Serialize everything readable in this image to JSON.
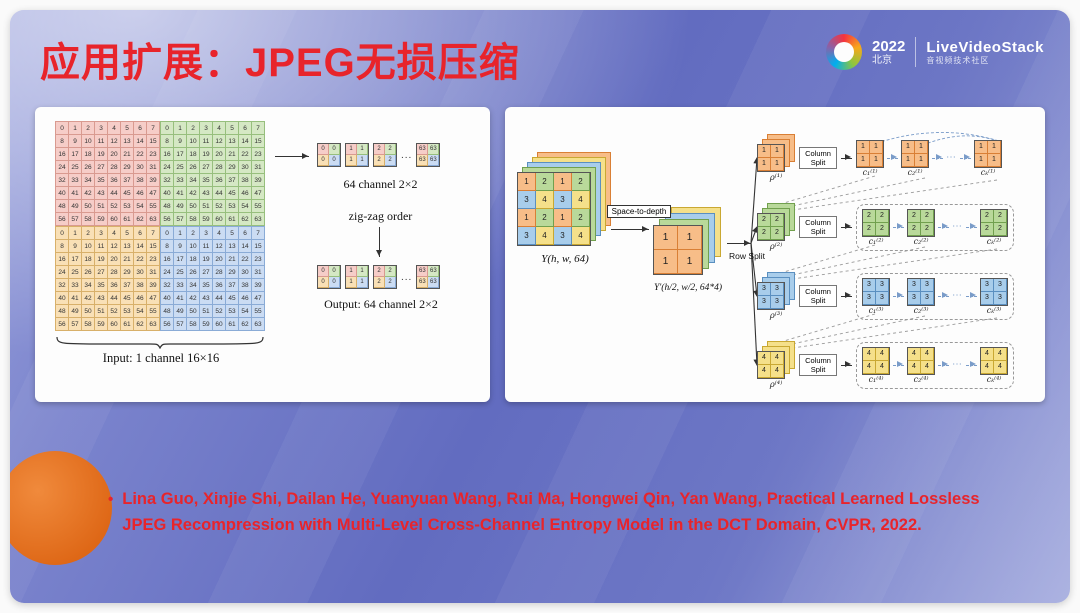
{
  "slide": {
    "title": "应用扩展：JPEG无损压缩",
    "brand": {
      "year": "2022",
      "city": "北京",
      "name": "LiveVideoStack",
      "tagline": "音视频技术社区"
    },
    "citation_bullet": "•",
    "citation": "Lina Guo, Xinjie Shi, Dailan He, Yuanyuan Wang, Rui Ma, Hongwei Qin, Yan Wang, Practical Learned Lossless JPEG Recompression with Multi-Level Cross-Channel Entropy Model in the DCT Domain, CVPR, 2022."
  },
  "colors": {
    "accent_red": "#e8242b",
    "quads": {
      "pink": {
        "bg": "#f6cdc8",
        "bd": "#d99a90"
      },
      "green": {
        "bg": "#d5e8c4",
        "bd": "#97bf7d"
      },
      "orange": {
        "bg": "#f9e0b6",
        "bd": "#d8b06a"
      },
      "blue": {
        "bg": "#cbdcf3",
        "bd": "#8aabd6"
      }
    },
    "values": {
      "orange": {
        "bg": "#f7bd88",
        "bd": "#d97f35"
      },
      "green": {
        "bg": "#b9d99a",
        "bd": "#71a04e"
      },
      "blue": {
        "bg": "#a8cdeb",
        "bd": "#5a8fc0"
      },
      "yellow": {
        "bg": "#f5e08a",
        "bd": "#c9a832"
      }
    }
  },
  "left_panel": {
    "block_rows": [
      [
        0,
        1,
        2,
        3,
        4,
        5,
        6,
        7
      ],
      [
        8,
        9,
        10,
        11,
        12,
        13,
        14,
        15
      ],
      [
        16,
        17,
        18,
        19,
        20,
        21,
        22,
        23
      ],
      [
        24,
        25,
        26,
        27,
        28,
        29,
        30,
        31
      ],
      [
        32,
        33,
        34,
        35,
        36,
        37,
        38,
        39
      ],
      [
        40,
        41,
        42,
        43,
        44,
        45,
        46,
        47
      ],
      [
        48,
        49,
        50,
        51,
        52,
        53,
        54,
        55
      ],
      [
        56,
        57,
        58,
        59,
        60,
        61,
        62,
        63
      ]
    ],
    "quadrants": [
      "pink",
      "green",
      "orange",
      "blue"
    ],
    "strip_channels": [
      "0",
      "1",
      "2",
      "...",
      "63"
    ],
    "strip_cell_colors": [
      "pink",
      "green",
      "orange",
      "blue"
    ],
    "strip_label_top": "64 channel 2×2",
    "zigzag_label": "zig-zag order",
    "strip_label_bottom": "Output: 64 channel 2×2",
    "caption": "Input: 1 channel 16×16"
  },
  "right_panel": {
    "y_stack_face": [
      [
        "1",
        "2",
        "1",
        "2"
      ],
      [
        "3",
        "4",
        "3",
        "4"
      ],
      [
        "1",
        "2",
        "1",
        "2"
      ],
      [
        "3",
        "4",
        "3",
        "4"
      ]
    ],
    "y2_stack_face": [
      [
        "1",
        "1"
      ],
      [
        "1",
        "1"
      ]
    ],
    "value_colors": {
      "1": "orange",
      "2": "green",
      "3": "blue",
      "4": "yellow"
    },
    "y_label": "Y(h, w, 64)",
    "space_to_depth": "Space-to-depth",
    "y2_label": "Y'(h/2, w/2, 64*4)",
    "row_split": "Row Split",
    "column_split": "Column Split",
    "dots": "⋯",
    "branches": [
      {
        "value": "1",
        "color": "orange",
        "rho": "ρ⁽¹⁾",
        "c1": "c₁⁽¹⁾",
        "c2": "c₂⁽¹⁾",
        "cK": "cₖ⁽¹⁾"
      },
      {
        "value": "2",
        "color": "green",
        "rho": "ρ⁽²⁾",
        "c1": "c₁⁽²⁾",
        "c2": "c₂⁽²⁾",
        "cK": "cₖ⁽²⁾"
      },
      {
        "value": "3",
        "color": "blue",
        "rho": "ρ⁽³⁾",
        "c1": "c₁⁽³⁾",
        "c2": "c₂⁽³⁾",
        "cK": "cₖ⁽³⁾"
      },
      {
        "value": "4",
        "color": "yellow",
        "rho": "ρ⁽⁴⁾",
        "c1": "c₁⁽⁴⁾",
        "c2": "c₂⁽⁴⁾",
        "cK": "cₖ⁽⁴⁾"
      }
    ]
  }
}
